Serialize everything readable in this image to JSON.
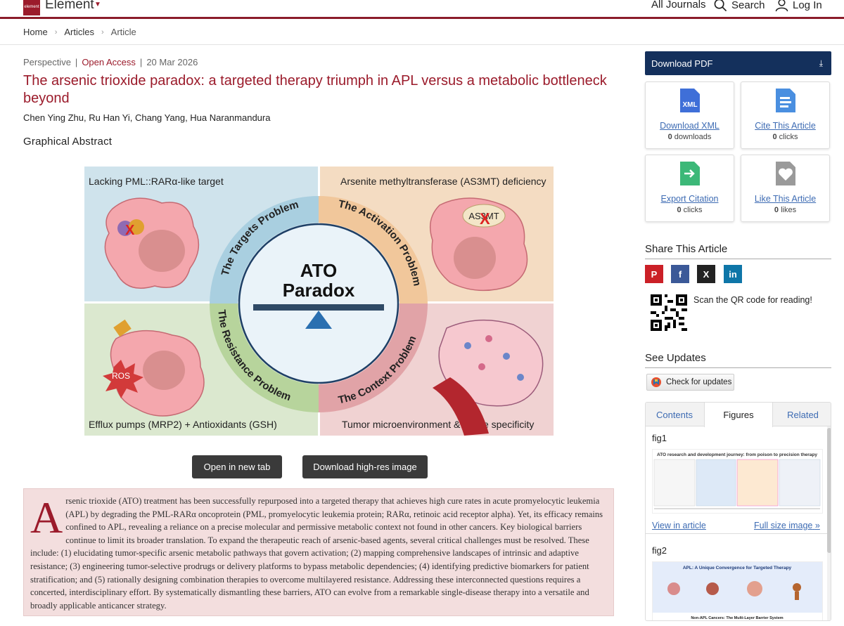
{
  "header": {
    "logo_mark": "element",
    "brand": "Element",
    "all_journals": "All Journals",
    "search": "Search",
    "login": "Log In"
  },
  "breadcrumb": [
    "Home",
    "Articles",
    "Article"
  ],
  "article": {
    "type": "Perspective",
    "access": "Open Access",
    "date": "20 Mar 2026",
    "title": "The arsenic trioxide paradox: a targeted therapy triumph in APL versus a metabolic bottleneck beyond",
    "authors": "Chen Ying Zhu, Ru Han Yi, Chang Yang, Hua Naranmandura",
    "graphical_abstract_heading": "Graphical Abstract",
    "open_new_tab": "Open in new tab",
    "download_hires": "Download high-res image",
    "abstract_dropcap": "A",
    "abstract_text": "rsenic trioxide (ATO) treatment has been successfully repurposed into a targeted therapy that achieves high cure rates in acute promyelocytic leukemia (APL) by degrading the PML-RARα oncoprotein (PML, promyelocytic leukemia protein; RARα, retinoic acid receptor alpha). Yet, its efficacy remains confined to APL, revealing a reliance on a precise molecular and permissive metabolic context not found in other cancers. Key biological barriers continue to limit its broader translation. To expand the therapeutic reach of arsenic-based agents, several critical challenges must be resolved. These include: (1) elucidating tumor-specific arsenic metabolic pathways that govern activation; (2) mapping comprehensive landscapes of intrinsic and adaptive resistance; (3) engineering tumor-selective prodrugs or delivery platforms to bypass metabolic dependencies; (4) identifying predictive biomarkers for patient stratification; and (5) rationally designing combination therapies to overcome multilayered resistance. Addressing these interconnected questions requires a concerted, interdisciplinary effort. By systematically dismantling these barriers, ATO can evolve from a remarkable single-disease therapy into a versatile and broadly applicable anticancer strategy."
  },
  "graphic": {
    "q1": "Lacking PML::RARα-like target",
    "q2": "Arsenite methyltransferase (AS3MT) deficiency",
    "q3": "Efflux pumps (MRP2) + Antioxidants (GSH)",
    "q4": "Tumor microenvironment & tissue specificity",
    "center_line1": "ATO",
    "center_line2": "Paradox",
    "arc1": "The Targets Problem",
    "arc2": "The Activation Problem",
    "arc3": "The Resistance Problem",
    "arc4": "The Context Problem",
    "as3mt": "AS3MT",
    "ros": "ROS",
    "colors": {
      "q1": "#cfe3ec",
      "q2": "#f4dcc2",
      "q3": "#dbe8cf",
      "q4": "#f0d2d2"
    }
  },
  "sidebar": {
    "download_pdf": "Download PDF",
    "cards": [
      {
        "label": "Download XML",
        "count": "0",
        "unit": "downloads",
        "icon": "xml-file-icon",
        "icon_text": "XML"
      },
      {
        "label": "Cite This Article",
        "count": "0",
        "unit": "clicks",
        "icon": "quote-icon"
      },
      {
        "label": "Export Citation",
        "count": "0",
        "unit": "clicks",
        "icon": "export-icon"
      },
      {
        "label": "Like This Article",
        "count": "0",
        "unit": "likes",
        "icon": "heart-icon"
      }
    ],
    "share_heading": "Share This Article",
    "share": [
      {
        "name": "pinterest",
        "glyph": "P",
        "color": "#cb2027"
      },
      {
        "name": "facebook",
        "glyph": "f",
        "color": "#3b5998"
      },
      {
        "name": "x",
        "glyph": "X",
        "color": "#222222"
      },
      {
        "name": "linkedin",
        "glyph": "in",
        "color": "#0e76a8"
      }
    ],
    "qr_text": "Scan the QR code for reading!",
    "updates_heading": "See Updates",
    "check_updates": "Check for updates",
    "tabs": [
      "Contents",
      "Figures",
      "Related"
    ],
    "active_tab": "Figures",
    "figures": [
      {
        "label": "fig1",
        "thumb_title": "ATO research and development journey: from poison to precision therapy",
        "view": "View in article",
        "full": "Full size image"
      },
      {
        "label": "fig2",
        "thumb_title": "APL: A Unique Convergence for Targeted Therapy",
        "thumb_footer": "Non-APL Cancers: The Multi-Layer Barrier System"
      }
    ]
  }
}
